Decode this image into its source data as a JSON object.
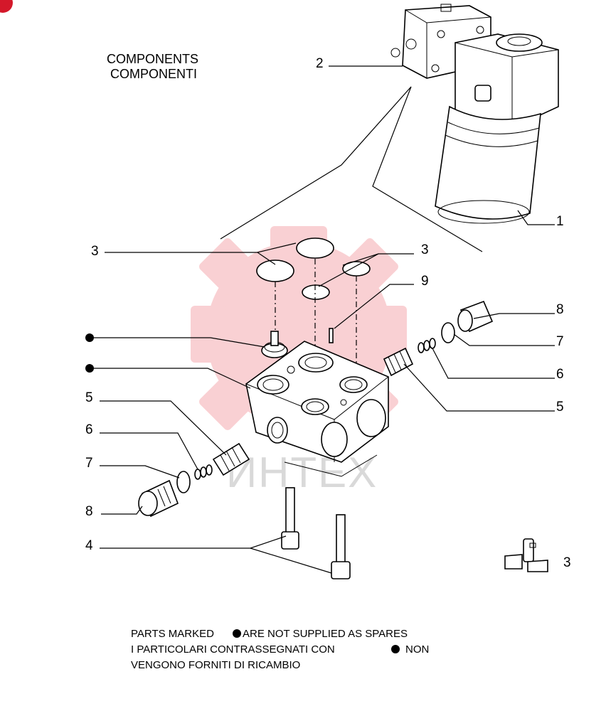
{
  "header": {
    "line1": "COMPONENTS",
    "line2": "COMPONENTI"
  },
  "callouts": {
    "c1": "1",
    "c2": "2",
    "c3_left": "3",
    "c3_right": "3",
    "c9": "9",
    "c8_right": "8",
    "c7_right": "7",
    "c6_right": "6",
    "c5_right": "5",
    "c5_left": "5",
    "c6_left": "6",
    "c7_left": "7",
    "c8_left": "8",
    "c4": "4",
    "c3_kit": "3"
  },
  "footnote": {
    "line1_a": "PARTS MARKED",
    "line1_b": "ARE NOT SUPPLIED AS SPARES",
    "line2_a": "I  PARTICOLARI  CONTRASSEGNATI  CON",
    "line2_b": "NON",
    "line3": "VENGONO FORNITI DI RICAMBIO"
  },
  "watermark": {
    "text": "ИНТЕХ",
    "color": "#e8303a"
  }
}
